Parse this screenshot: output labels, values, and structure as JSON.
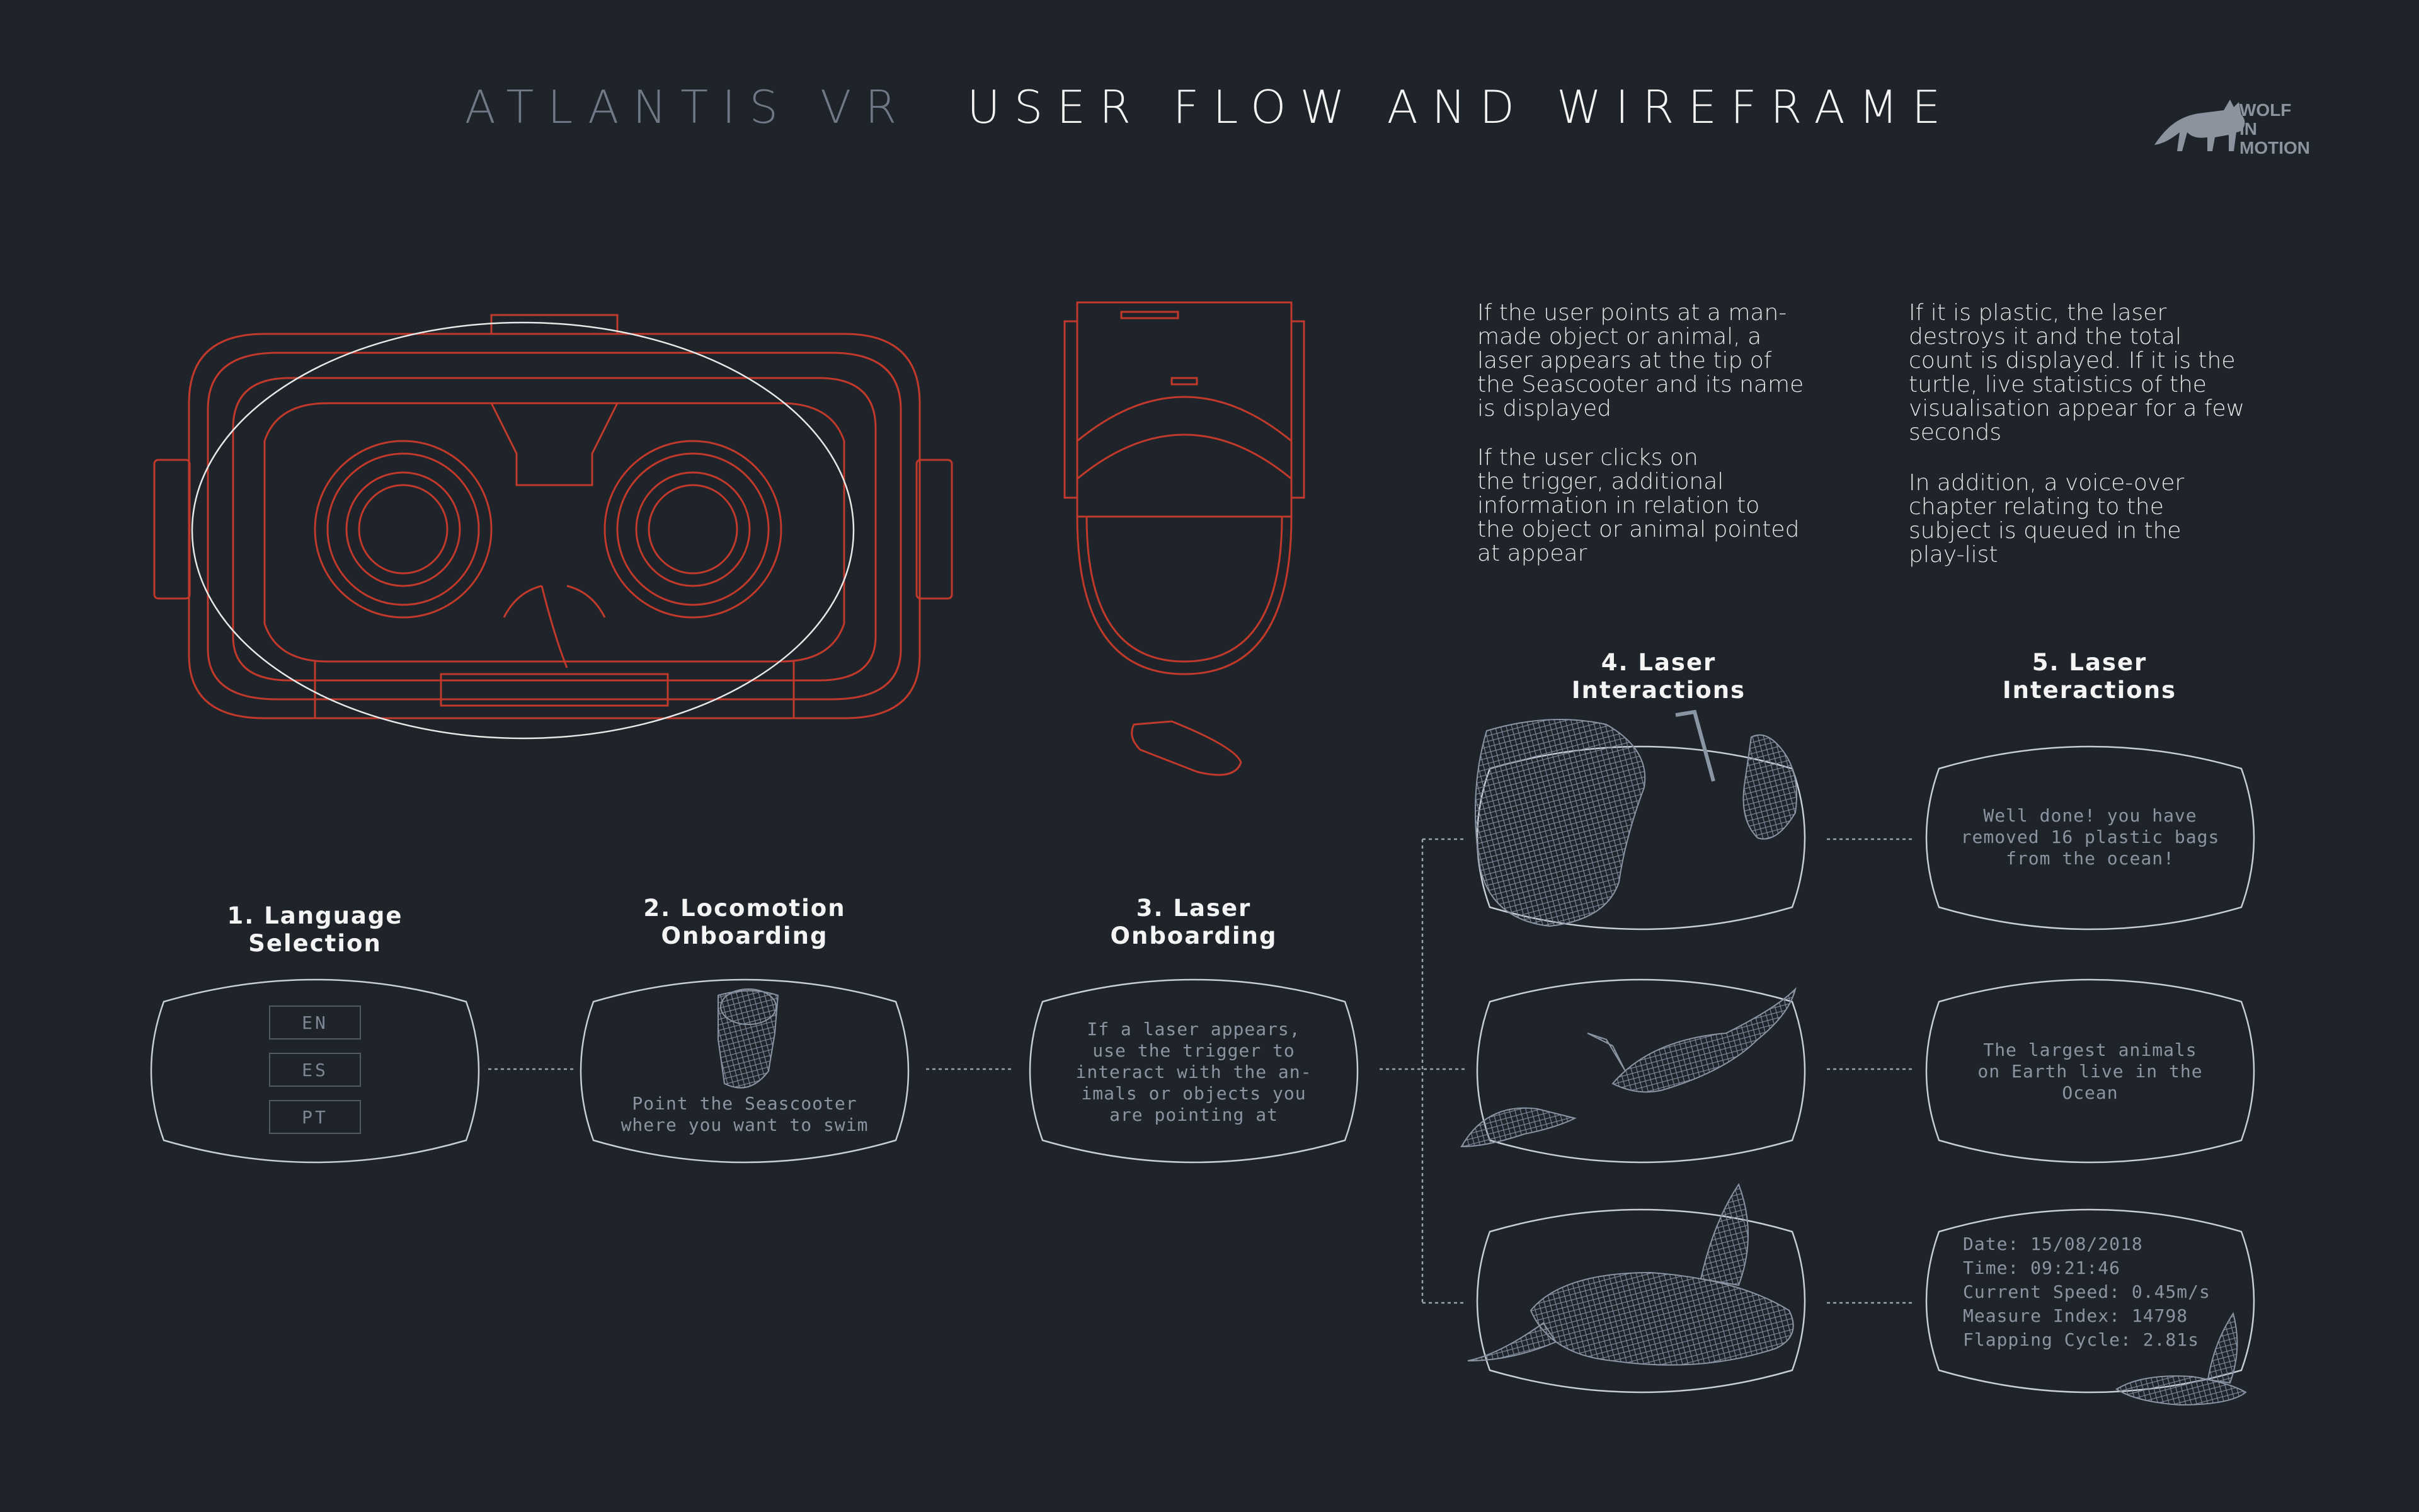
{
  "title": {
    "part1": "ATLANTIS VR",
    "part2": "USER FLOW AND WIREFRAME"
  },
  "logo": {
    "lines": [
      "WOLF",
      "IN",
      "MOTION"
    ],
    "icon": "wolf-icon"
  },
  "colors": {
    "background": "#1f232a",
    "headset": "#c0392b",
    "wire": "#c8ced6",
    "mesh": "#7c8898"
  },
  "descriptions": {
    "col1_p1": "If the user points at a man-\nmade object or animal, a\nlaser appears at the tip of\nthe Seascooter and its name\nis displayed",
    "col1_p2": "If the user clicks on\nthe trigger, additional\ninformation in relation to\nthe object or animal pointed\nat appear",
    "col2_p1": "If it is plastic, the laser\ndestroys it and the total\ncount is displayed. If it is the\nturtle, live statistics of the\nvisualisation appear for a few\nseconds",
    "col2_p2": "In addition, a voice-over\nchapter relating to the\nsubject is queued in the\nplay-list"
  },
  "steps": [
    {
      "label": "1. Language\nSelection"
    },
    {
      "label": "2. Locomotion\nOnboarding"
    },
    {
      "label": "3. Laser\nOnboarding"
    },
    {
      "label": "4. Laser\nInteractions"
    },
    {
      "label": "5. Laser\nInteractions"
    }
  ],
  "languages": [
    "EN",
    "ES",
    "PT"
  ],
  "screens": {
    "locomotion": "Point the Seascooter\nwhere you want to swim",
    "laser": "If a laser appears,\nuse the trigger to\ninteract with the an-\nimals or objects you\nare pointing at",
    "plastic": "Well done! you have\nremoved 16 plastic bags\nfrom the ocean!",
    "whale": "The largest animals\non Earth live in the\nOcean",
    "turtle": "Date: 15/08/2018\nTime: 09:21:46\nCurrent Speed: 0.45m/s\nMeasure Index: 14798\nFlapping Cycle: 2.81s"
  }
}
